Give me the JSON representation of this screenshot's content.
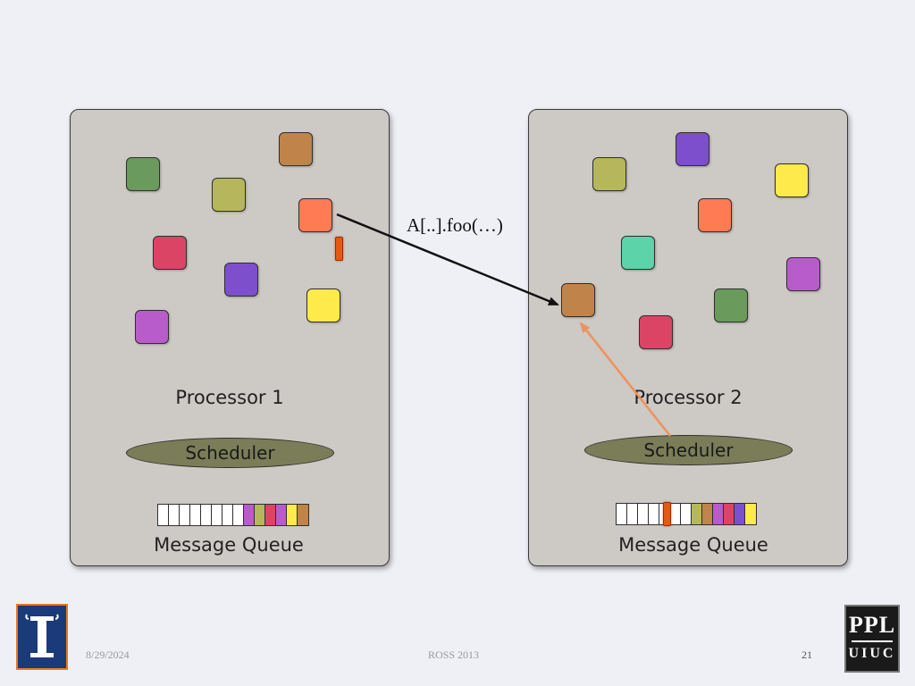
{
  "processor1": {
    "label": "Processor 1",
    "scheduler": "Scheduler",
    "queue_label": "Message Queue",
    "objects": [
      "#6a9a5c",
      "#b6b75c",
      "#c0844a",
      "#ff7b54",
      "#dc4466",
      "#7d4fcc",
      "#ffea4c",
      "#b95ccb"
    ],
    "queue_cells": [
      "#ffffff",
      "#ffffff",
      "#ffffff",
      "#ffffff",
      "#ffffff",
      "#ffffff",
      "#ffffff",
      "#ffffff",
      "#b95ccb",
      "#b6b75c",
      "#dc4466",
      "#b95ccb",
      "#ffea4c",
      "#c0844a"
    ]
  },
  "processor2": {
    "label": "Processor 2",
    "scheduler": "Scheduler",
    "queue_label": "Message Queue",
    "objects": [
      "#b6b75c",
      "#7d4fcc",
      "#ffea4c",
      "#ff7b54",
      "#5cd3a8",
      "#b95ccb",
      "#c0844a",
      "#6a9a5c",
      "#dc4466"
    ],
    "queue_cells": [
      "#ffffff",
      "#ffffff",
      "#ffffff",
      "#ffffff",
      "#ffffff",
      "#ffffff",
      "#ffffff",
      "#b6b75c",
      "#c0844a",
      "#b95ccb",
      "#dc4466",
      "#7d4fcc",
      "#ffea4c"
    ]
  },
  "message": {
    "call_label": "A[..].foo(…)",
    "marker_color": "#e35a10",
    "arrow_color": "#111111",
    "schedule_arrow_color": "#f0915a"
  },
  "footer": {
    "date": "8/29/2024",
    "title": "ROSS 2013",
    "page_number": "21"
  },
  "logos": {
    "ppl_top": "PPL",
    "ppl_bottom": "UIUC"
  }
}
